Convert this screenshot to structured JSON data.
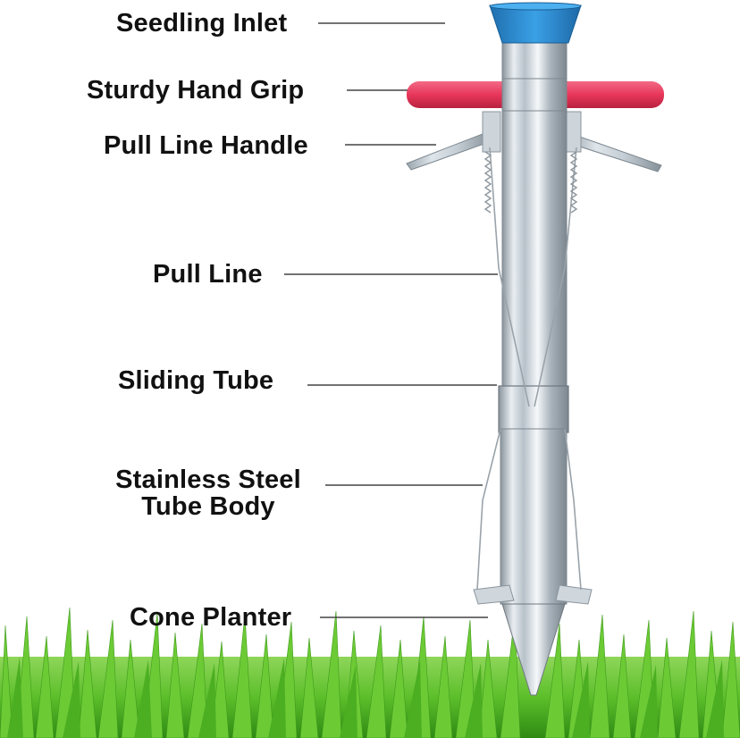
{
  "labels": {
    "seedling_inlet": "Seedling Inlet",
    "sturdy_hand_grip": "Sturdy Hand Grip",
    "pull_line_handle": "Pull Line Handle",
    "pull_line": "Pull Line",
    "sliding_tube": "Sliding Tube",
    "tube_body_line1": "Stainless Steel",
    "tube_body_line2": "Tube Body",
    "cone_planter": "Cone Planter"
  },
  "colors": {
    "cap": "#2f8fd6",
    "grip": "#e8365a",
    "grass": "#5cbf2a",
    "leader": "#444444"
  }
}
